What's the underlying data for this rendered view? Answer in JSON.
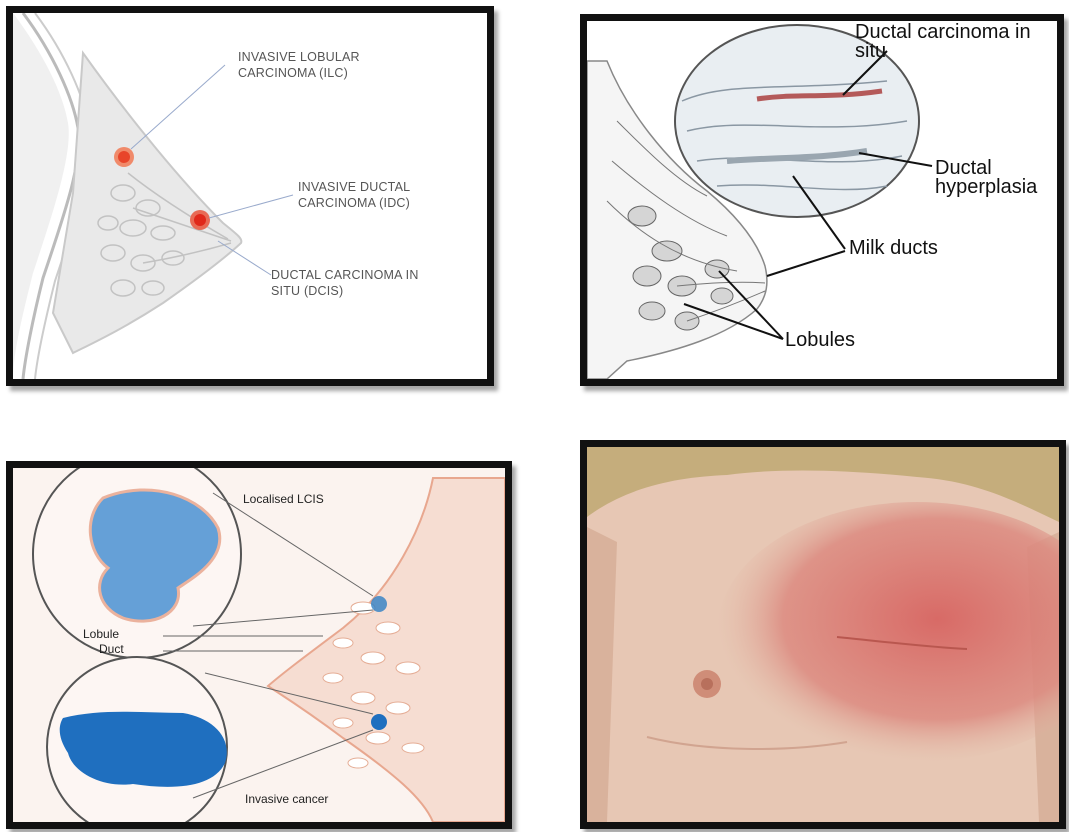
{
  "panel1": {
    "label_ilc": "INVASIVE LOBULAR CARCINOMA (ILC)",
    "label_idc": "INVASIVE DUCTAL CARCINOMA (IDC)",
    "label_dcis": "DUCTAL CARCINOMA IN SITU (DCIS)"
  },
  "panel2": {
    "label_dcis": "Ductal carcinoma in situ",
    "label_hyperplasia": "Ductal hyperplasia",
    "label_milk_ducts": "Milk ducts",
    "label_lobules": "Lobules"
  },
  "panel3": {
    "label_lcis": "Localised LCIS",
    "label_lobule": "Lobule",
    "label_duct": "Duct",
    "label_invasive": "Invasive cancer"
  },
  "colors": {
    "tumor_red": "#e8452a",
    "lcis_blue": "#2f7fc4",
    "invasive_blue": "#1f6fbf",
    "skin_pink": "#f6ddd2"
  }
}
